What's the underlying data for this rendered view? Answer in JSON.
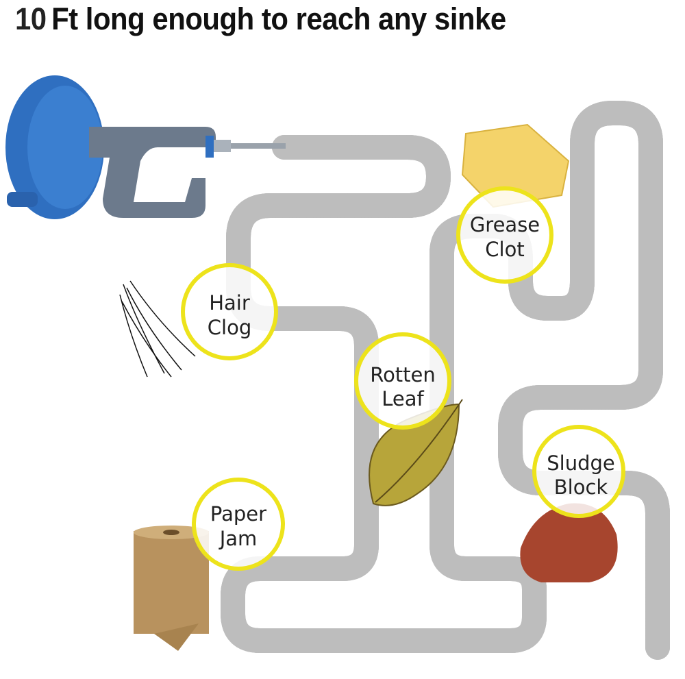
{
  "title": {
    "number": "10",
    "text": "Ft long enough to reach any sinke"
  },
  "labels": {
    "hair": [
      "Hair",
      "Clog"
    ],
    "grease": [
      "Grease",
      "Clot"
    ],
    "leaf": [
      "Rotten",
      "Leaf"
    ],
    "sludge": [
      "Sludge",
      "Block"
    ],
    "paper": [
      "Paper",
      "Jam"
    ]
  },
  "colors": {
    "ring": "#ede31b",
    "tool_blue": "#2f6fc0",
    "tool_gray": "#6c7a8c",
    "pipe": "#c9c9c9"
  }
}
